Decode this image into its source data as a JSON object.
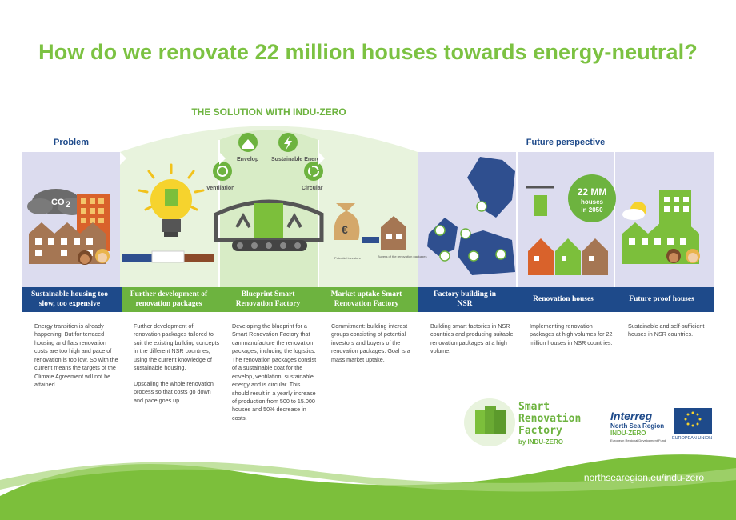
{
  "title": "How do we renovate 22 million houses towards energy-neutral?",
  "solution_title": "THE SOLUTION WITH INDU-ZERO",
  "problem_label": "Problem",
  "future_label": "Future perspective",
  "illustration": {
    "co2": "CO",
    "co2_sub": "2",
    "icons": {
      "envelop": "Envelop",
      "sustainable_energy": "Sustainable Energy",
      "ventilation": "Ventilation",
      "circular": "Circular"
    },
    "potential_investors": "Potential investors",
    "buyers": "Buyers of the renovation packages",
    "mm_badge": {
      "line1": "22 MM",
      "line2": "houses",
      "line3": "in 2050"
    }
  },
  "columns": [
    {
      "header": "Sustainable housing too slow, too expensive",
      "style": "blue",
      "paragraphs": [
        "Energy transition is already happening. But for terraced housing and flats renovation costs are too high and pace of renovation is too low. So with the current means the targets of the Climate Agreement will not be attained."
      ]
    },
    {
      "header": "Further development of renovation packages",
      "style": "green",
      "paragraphs": [
        "Further development of renovation packages tailored to suit the existing building concepts in the different NSR countries, using the current knowledge of sustainable housing.",
        "Upscaling the whole renovation process so that costs go down and pace goes up."
      ]
    },
    {
      "header": "Blueprint Smart Renovation Factory",
      "style": "green",
      "paragraphs": [
        "Developing the blueprint for a Smart Renovation Factory that can manufacture the renovation packages, including the logistics. The renovation packages consist of a sustainable coat for the envelop, ventilation, sustainable energy and is circular. This should result in a yearly increase of production from 500 to 15.000 houses and 50% decrease in costs."
      ]
    },
    {
      "header": "Market uptake Smart Renovation Factory",
      "style": "green",
      "paragraphs": [
        "Commitment: building interest groups consisting of potential investors and buyers of the renovation packages. Goal is a mass market uptake."
      ]
    },
    {
      "header": "Factory building in NSR",
      "style": "blue",
      "paragraphs": [
        "Building smart factories in NSR countries and producing suitable renovation packages at a high volume."
      ]
    },
    {
      "header": "Renovation houses",
      "style": "blue",
      "paragraphs": [
        "Implementing renovation packages at high volumes for 22 million houses in NSR countries."
      ]
    },
    {
      "header": "Future proof houses",
      "style": "blue",
      "paragraphs": [
        "Sustainable and self-sufficient houses in NSR countries."
      ]
    }
  ],
  "logo": {
    "srf_line1": "Smart",
    "srf_line2": "Renovation",
    "srf_line3": "Factory",
    "srf_sub": "by INDU-ZERO",
    "interreg": "Interreg",
    "region": "North Sea Region",
    "indu": "INDU-ZERO",
    "fund": "European Regional Development Fund",
    "eu": "EUROPEAN UNION"
  },
  "url": "northsearegion.eu/indu-zero",
  "colors": {
    "green": "#6db33f",
    "title_green": "#7cc242",
    "blue": "#1e4a8a",
    "lavender": "#dcdcef",
    "pale_green": "#e8f3dd"
  }
}
